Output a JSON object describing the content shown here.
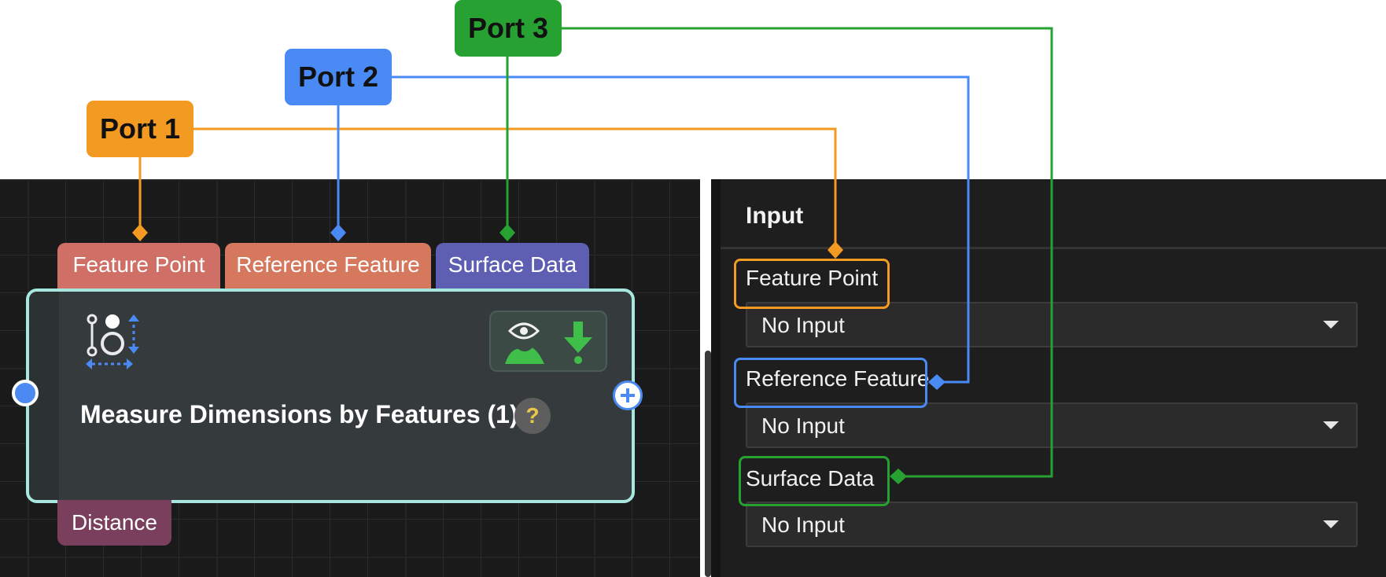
{
  "callouts": {
    "port1": "Port 1",
    "port2": "Port 2",
    "port3": "Port 3"
  },
  "node": {
    "title": "Measure Dimensions by Features (1)",
    "help_glyph": "?",
    "inputs": [
      "Feature Point",
      "Reference Feature",
      "Surface Data"
    ],
    "output": "Distance",
    "icons": {
      "node_type": "measure-dimensions-icon",
      "visibility": "eye-icon",
      "download": "download-arrow-icon",
      "help": "help-icon",
      "input_port": "input-port-dot-icon",
      "output_port": "add-output-port-icon"
    }
  },
  "panel": {
    "title": "Input",
    "fields": [
      {
        "label": "Feature Point",
        "value": "No Input"
      },
      {
        "label": "Reference Feature",
        "value": "No Input"
      },
      {
        "label": "Surface Data",
        "value": "No Input"
      }
    ]
  },
  "colors": {
    "port1": "#f39a22",
    "port2": "#4a8af5",
    "port3": "#27a131",
    "tab_feature": "#d06f66",
    "tab_reference": "#d6785e",
    "tab_surface": "#5e5fb2",
    "tab_distance": "#7b3f5e",
    "node_border": "#a8e6e0"
  }
}
